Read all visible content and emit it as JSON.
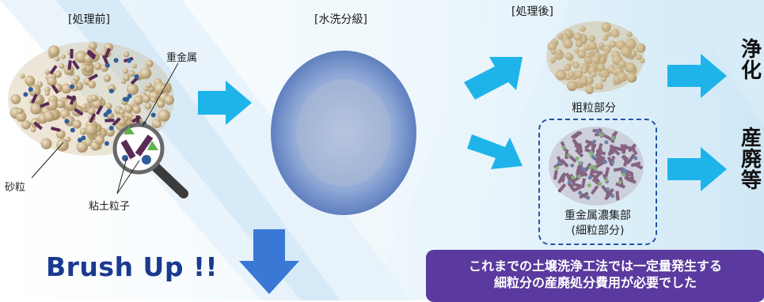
{
  "labels": {
    "before": "[処理前]",
    "wash": "[水洗分級]",
    "after": "[処理後]",
    "heavy_metal": "重金属",
    "sand": "砂粒",
    "clay": "粘土粒子",
    "coarse": "粗粒部分",
    "concentrate_line1": "重金属濃集部",
    "concentrate_line2": "(細粒部分)",
    "purify": "浄化",
    "industrial": "産廃等"
  },
  "brush_up": "Brush Up !!",
  "note": {
    "line1": "これまでの土壌洗浄工法では一定量発生する",
    "line2": "細粒分の産廃処分費用が必要でした"
  },
  "colors": {
    "arrow": "#1eb4ea",
    "down_arrow": "#3a78d6",
    "note_bg": "#5a3a9e",
    "brush_text": "#1a3a8f",
    "dash": "#2255a8"
  }
}
